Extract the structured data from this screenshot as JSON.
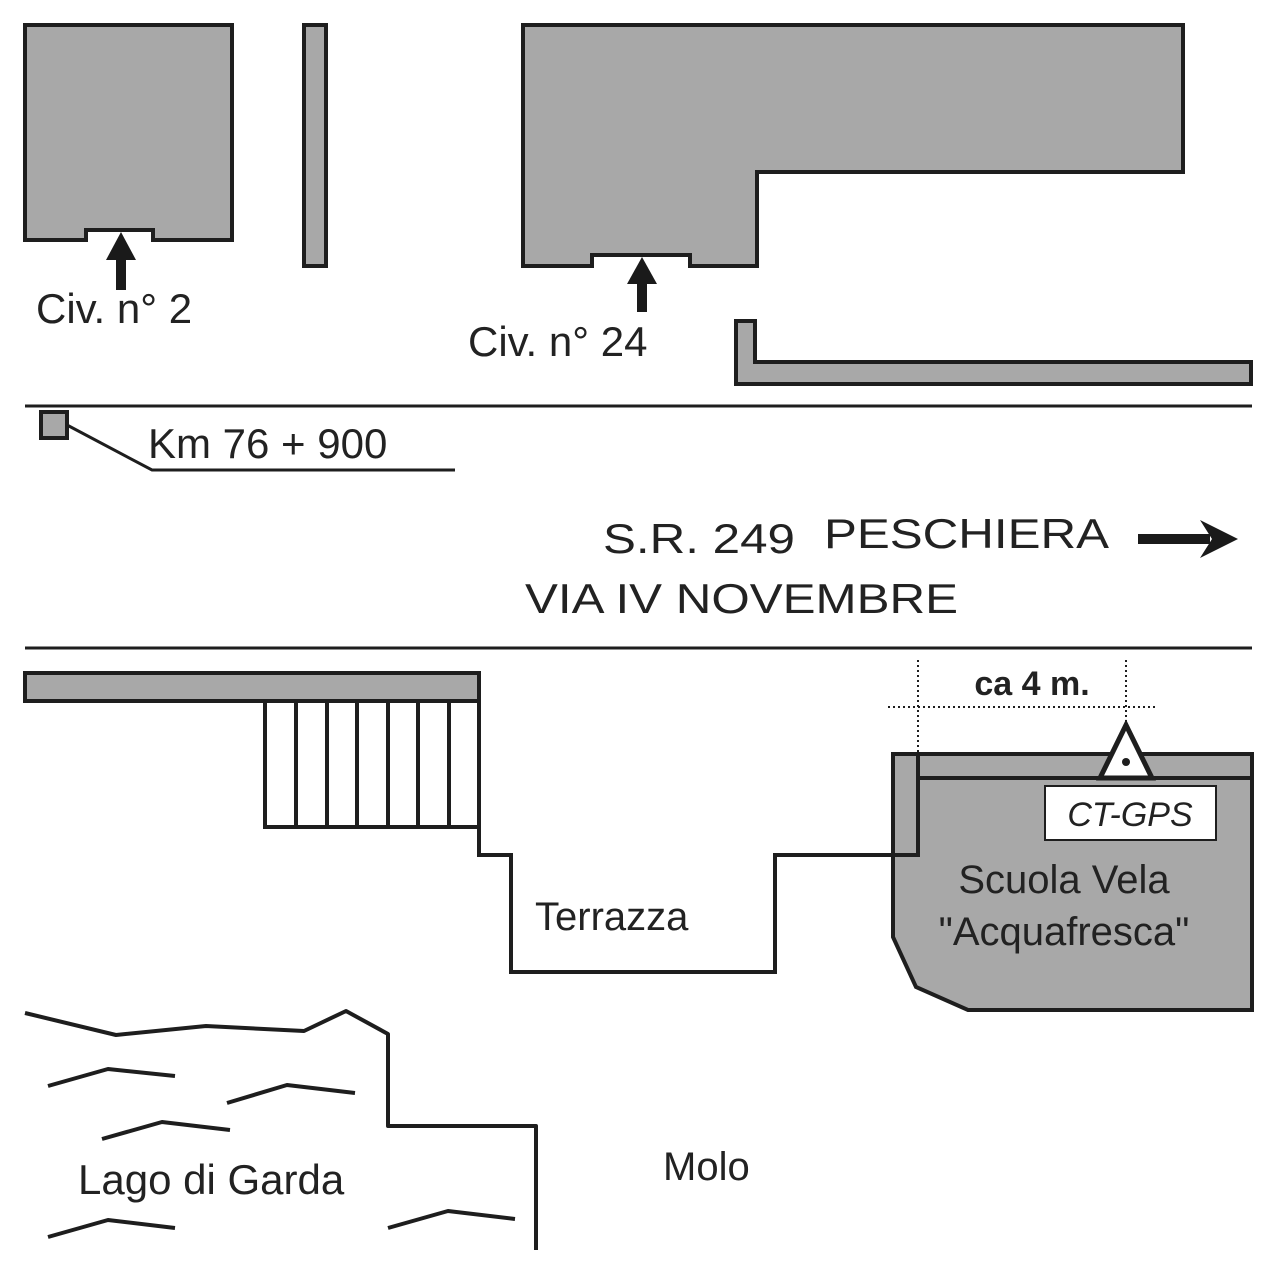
{
  "map": {
    "type": "site-sketch",
    "colors": {
      "building_fill": "#a8a8a8",
      "outline": "#1e1e1e",
      "text": "#222222",
      "background": "#ffffff"
    },
    "buildings": {
      "civ_2": {
        "label": "Civ. n° 2",
        "entrance_arrow": "arrow-up-icon"
      },
      "civ_24": {
        "label": "Civ. n° 24",
        "entrance_arrow": "arrow-up-icon"
      }
    },
    "road": {
      "kilometer_marker": "Km 76 + 900",
      "route_label": "S.R. 249",
      "direction_label": "PESCHIERA",
      "direction_icon": "arrow-right-icon",
      "street_name": "VIA IV NOVEMBRE"
    },
    "lake_side": {
      "terrace_label": "Terrazza",
      "school_line1": "Scuola Vela",
      "school_line2": "\"Acquafresca\"",
      "lake_label": "Lago di Garda",
      "pier_label": "Molo"
    },
    "benchmark": {
      "label": "CT-GPS",
      "symbol": "triangle-benchmark-icon",
      "distance_label": "ca 4 m."
    }
  }
}
